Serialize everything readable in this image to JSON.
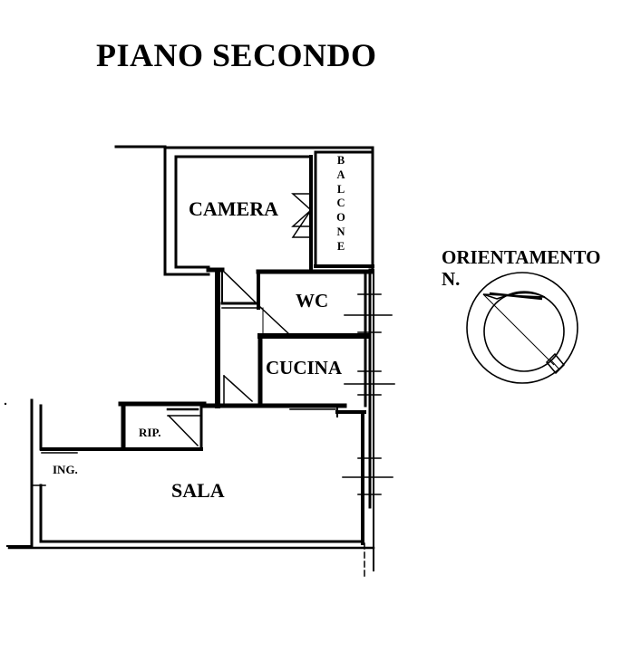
{
  "title": "PIANO SECONDO",
  "rooms": {
    "camera": "CAMERA",
    "balcone": [
      "B",
      "A",
      "L",
      "C",
      "O",
      "N",
      "E"
    ],
    "wc": "WC",
    "cucina": "CUCINA",
    "rip": "RIP.",
    "ing": "ING.",
    "sala": "SALA"
  },
  "orientation": {
    "label": "ORIENTAMENTO",
    "north": "N."
  },
  "colors": {
    "wall": "#000000",
    "background": "#ffffff"
  }
}
